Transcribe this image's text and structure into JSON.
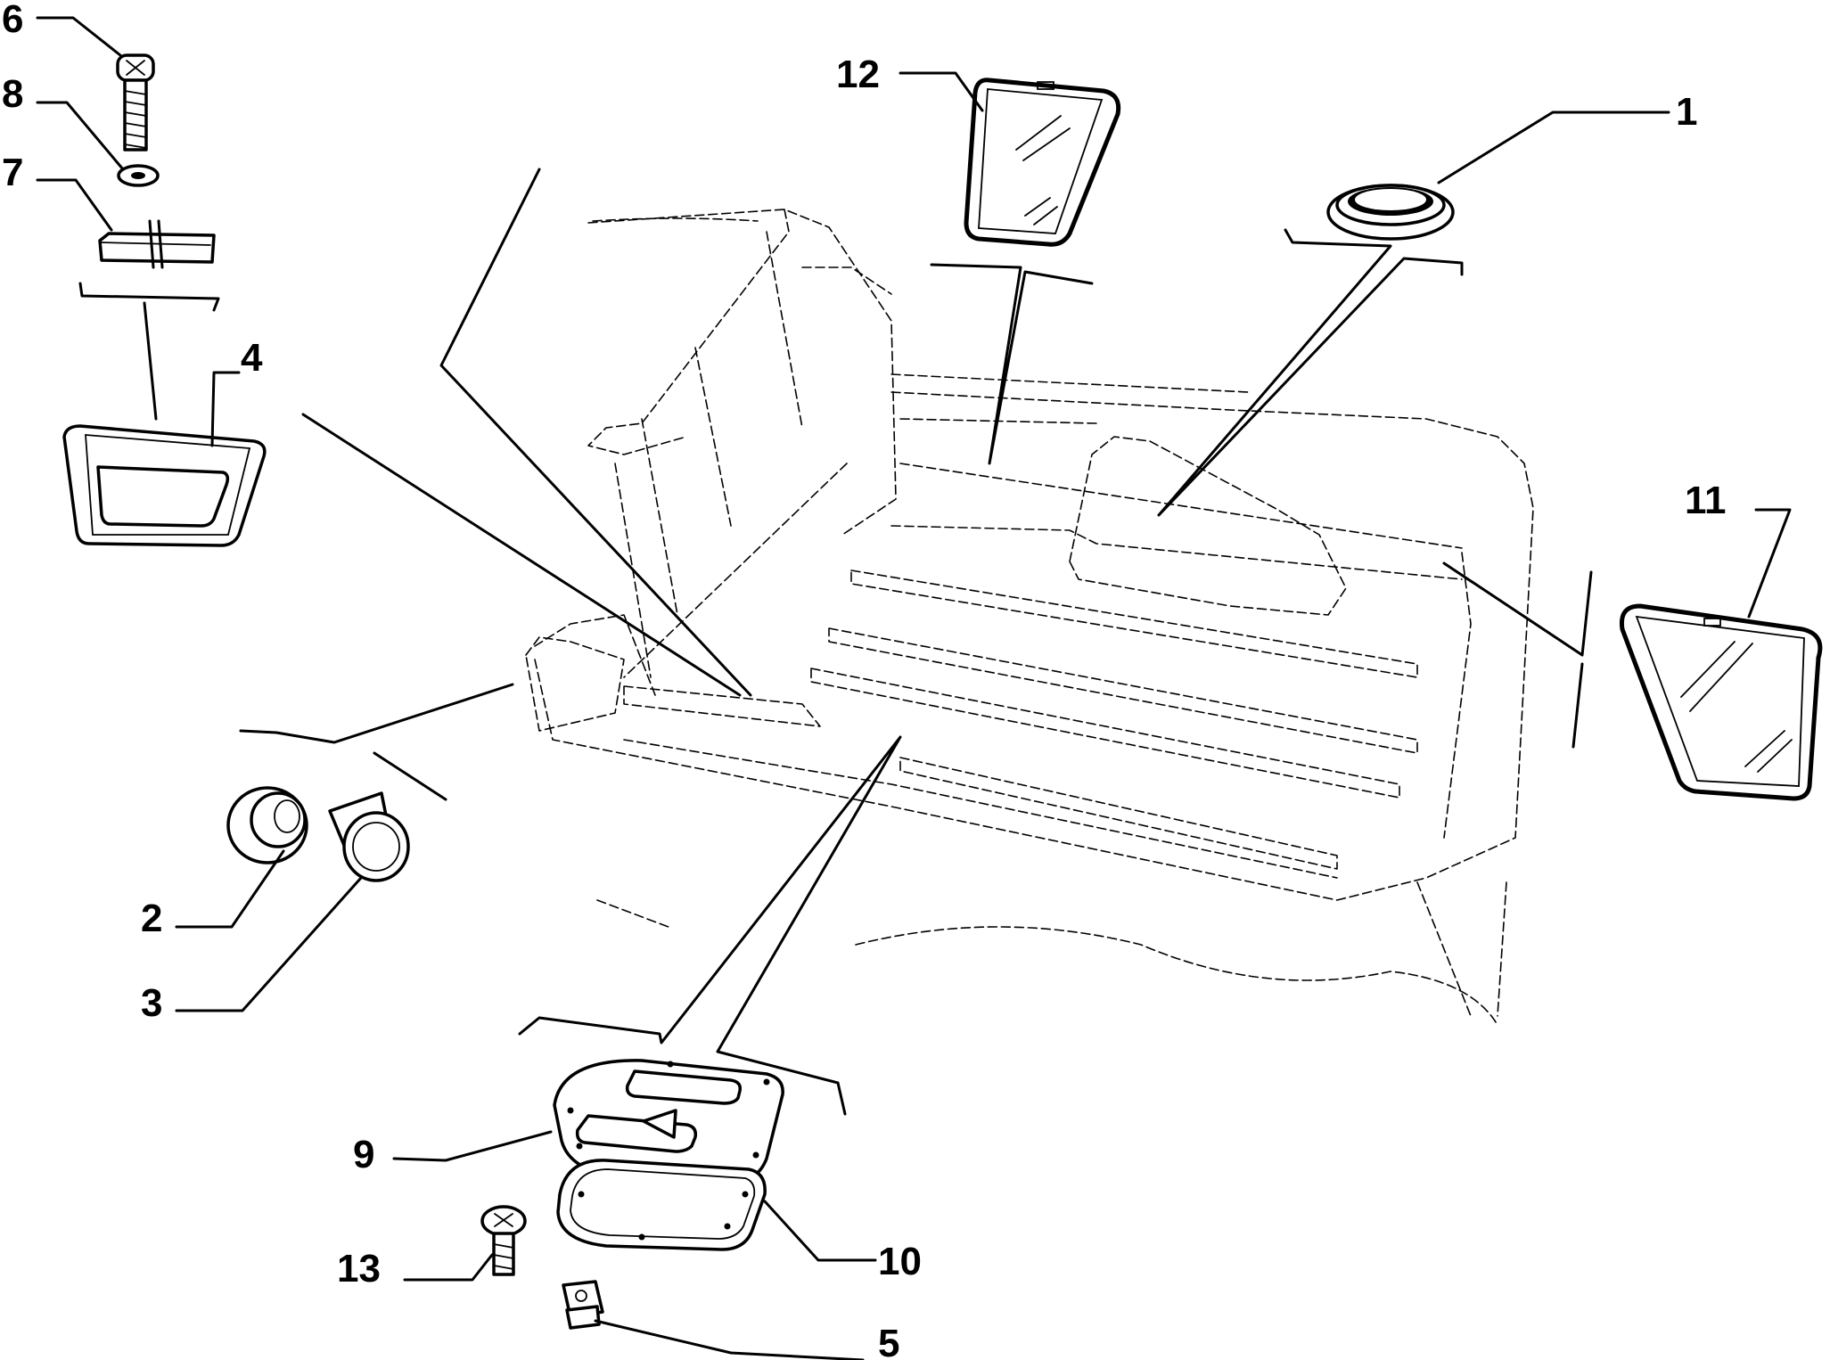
{
  "diagram": {
    "type": "exploded-parts-diagram",
    "subject": "pickup cargo bed",
    "callouts": [
      {
        "id": "1",
        "label": "1",
        "part": "oval grommet"
      },
      {
        "id": "2",
        "label": "2",
        "part": "cylindrical plug"
      },
      {
        "id": "3",
        "label": "3",
        "part": "flanged cup"
      },
      {
        "id": "4",
        "label": "4",
        "part": "vent grille"
      },
      {
        "id": "5",
        "label": "5",
        "part": "square clip"
      },
      {
        "id": "6",
        "label": "6",
        "part": "screw"
      },
      {
        "id": "7",
        "label": "7",
        "part": "pad"
      },
      {
        "id": "8",
        "label": "8",
        "part": "washer"
      },
      {
        "id": "9",
        "label": "9",
        "part": "access cover"
      },
      {
        "id": "10",
        "label": "10",
        "part": "cover gasket"
      },
      {
        "id": "11",
        "label": "11",
        "part": "side window glass"
      },
      {
        "id": "12",
        "label": "12",
        "part": "rear window glass"
      },
      {
        "id": "13",
        "label": "13",
        "part": "bolt"
      }
    ]
  }
}
